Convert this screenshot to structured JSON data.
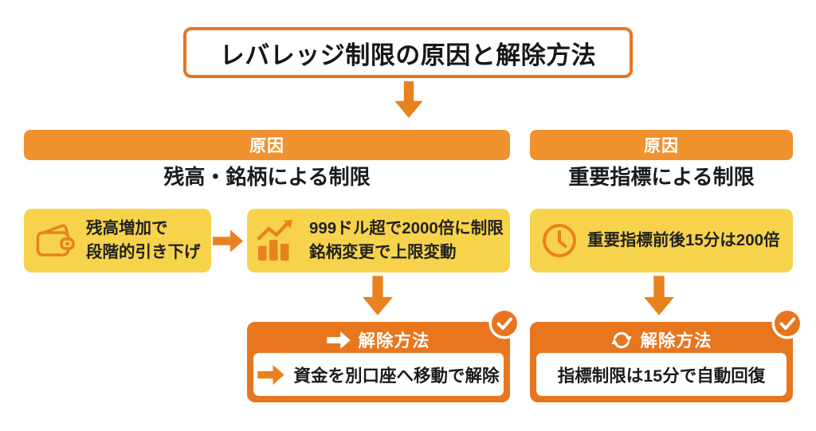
{
  "colors": {
    "accent_orange": "#F0922E",
    "deep_orange": "#E8761F",
    "arrow_orange": "#E8821F",
    "box_yellow": "#F7D34C",
    "badge_orange": "#E8741E",
    "text_ink": "#1E1E1E"
  },
  "title": {
    "text": "レバレッジ制限の原因と解除方法"
  },
  "columns": {
    "left": {
      "cause_badge": "原因",
      "subtitle": "残高・銘柄による制限",
      "cause_boxes": [
        {
          "icon": "wallet-icon",
          "lines": [
            "残高増加で",
            "段階的引き下げ"
          ]
        },
        {
          "icon": "bar-chart-up-icon",
          "lines": [
            "999ドル超で2000倍に制限",
            "銘柄変更で上限変動"
          ]
        }
      ],
      "solution": {
        "icon": "arrow-right-icon",
        "title": "解除方法",
        "body": "資金を別口座へ移動で解除"
      }
    },
    "right": {
      "cause_badge": "原因",
      "subtitle": "重要指標による制限",
      "cause_boxes": [
        {
          "icon": "clock-icon",
          "lines": [
            "重要指標前後15分は200倍"
          ]
        }
      ],
      "solution": {
        "icon": "refresh-icon",
        "title": "解除方法",
        "body": "指標制限は15分で自動回復"
      }
    }
  }
}
